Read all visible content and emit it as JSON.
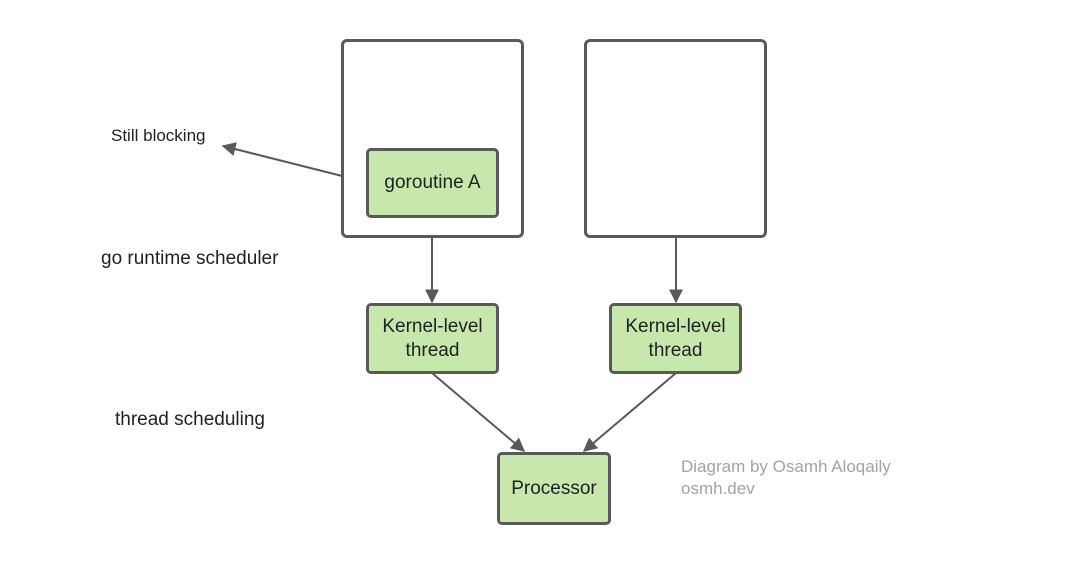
{
  "diagram": {
    "nodes": {
      "goroutine": "goroutine A",
      "kernel_left": "Kernel-level\nthread",
      "kernel_right": "Kernel-level\nthread",
      "processor": "Processor"
    },
    "labels": {
      "still_blocking": "Still blocking",
      "go_runtime": "go runtime scheduler",
      "thread_scheduling": "thread scheduling"
    },
    "credit": {
      "line1": "Diagram by Osamh Aloqaily",
      "line2": "osmh.dev"
    },
    "colors": {
      "node_fill": "#c7e8ac",
      "stroke": "#595959",
      "credit_text": "#a3a3a3"
    }
  }
}
